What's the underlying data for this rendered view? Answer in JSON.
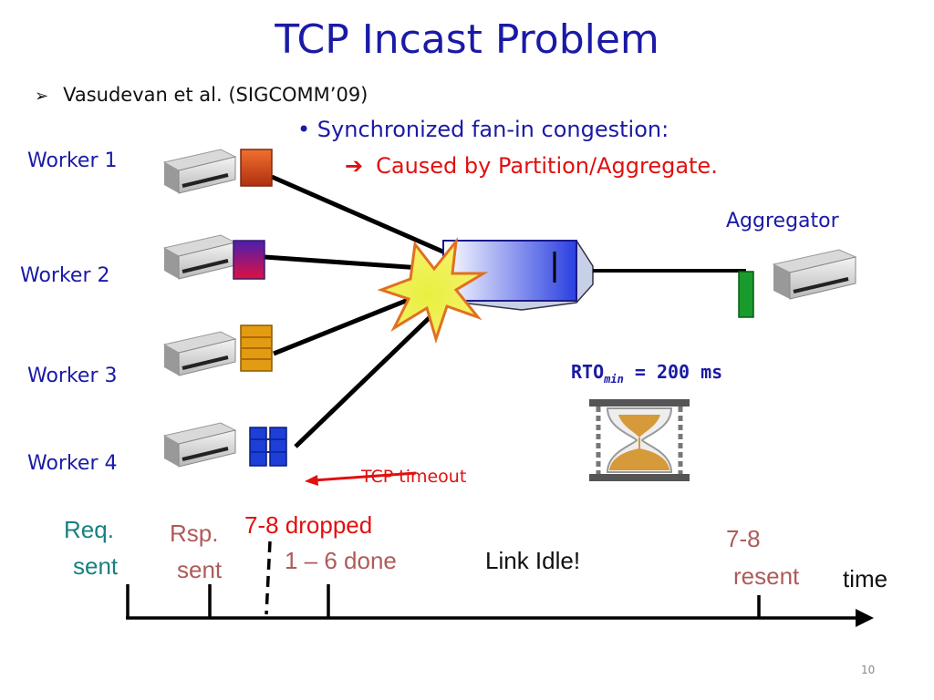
{
  "slide": {
    "title": "TCP Incast Problem",
    "bullet": "Vasudevan et al. (SIGCOMM’09)",
    "sub_bullet": "Synchronized fan-in congestion:",
    "sub_sub_bullet": "Caused by Partition/Aggregate.",
    "page_number": "10"
  },
  "workers": [
    {
      "label": "Worker 1",
      "packet_color": "#e0541c"
    },
    {
      "label": "Worker 2",
      "packet_color": "#c01f6a"
    },
    {
      "label": "Worker 3",
      "packet_color": "#e39b12"
    },
    {
      "label": "Worker 4",
      "packet_color": "#1d3fd8"
    }
  ],
  "aggregator": {
    "label": "Aggregator",
    "packet_color": "#1a9c2c"
  },
  "rto": {
    "prefix": "RTO",
    "subscript": "min",
    "value": "= 200 ms"
  },
  "tcp_timeout": "TCP timeout",
  "timeline": {
    "req_sent": [
      "Req.",
      "sent"
    ],
    "rsp_sent": [
      "Rsp.",
      "sent"
    ],
    "dropped": "7-8 dropped",
    "done": "1 – 6 done",
    "link_idle": "Link Idle!",
    "resent": [
      "7-8",
      "resent"
    ],
    "time": "time"
  },
  "colors": {
    "title": "#1a1aa6",
    "accent_red": "#e01010",
    "teal": "#1a8080",
    "brown": "#b05a5a"
  }
}
